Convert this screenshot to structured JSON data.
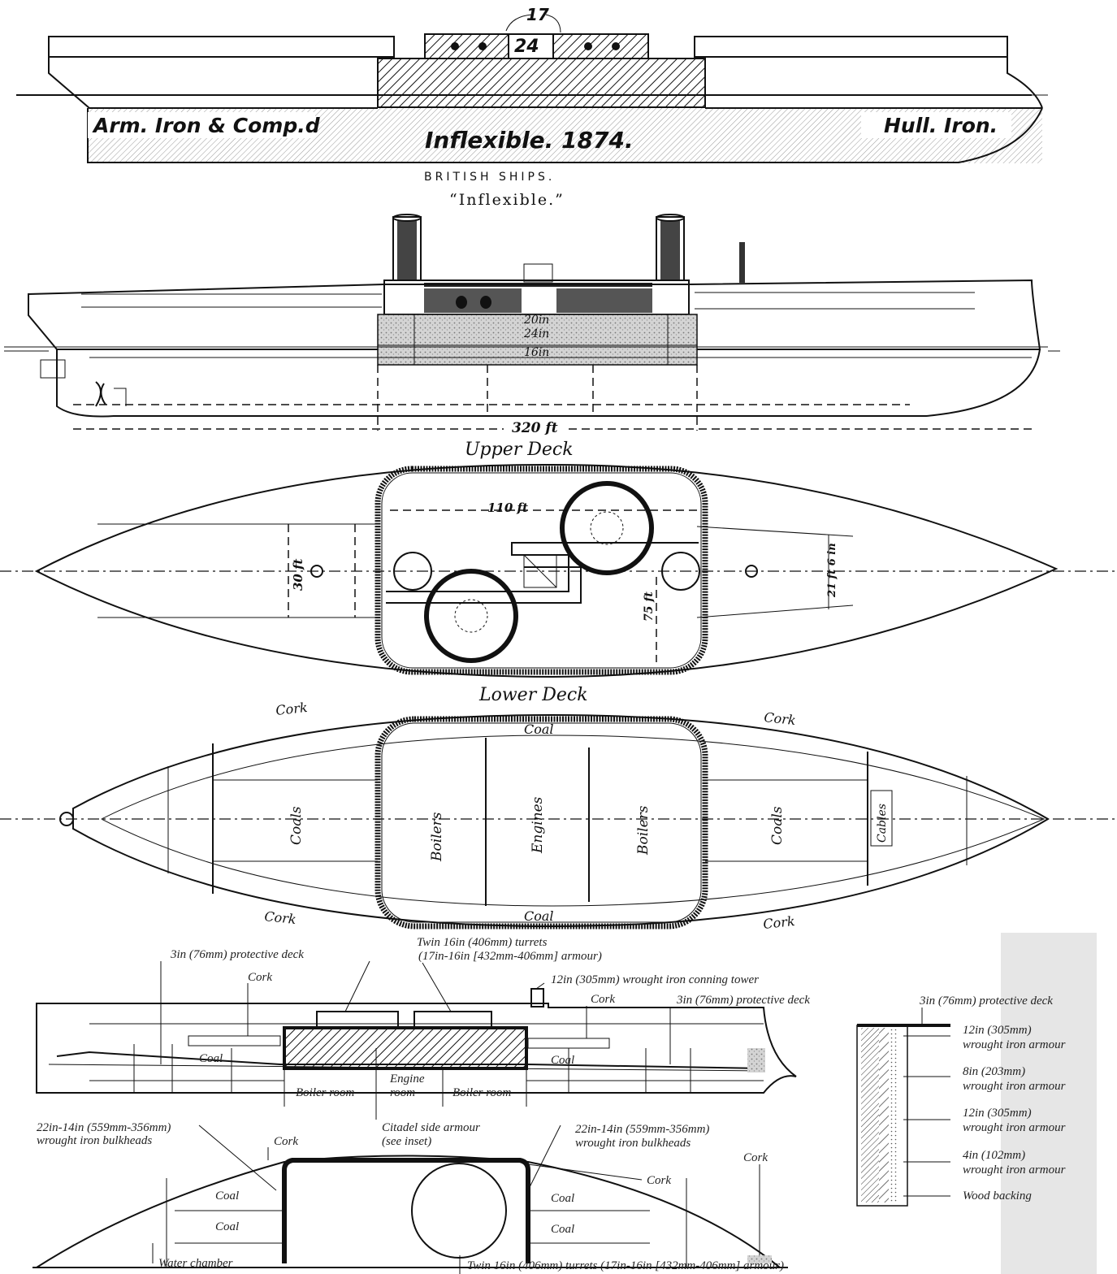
{
  "top_profile": {
    "gun_label_17": "17",
    "gun_label_24": "24",
    "left_label": "Arm. Iron & Comp.d",
    "center_label": "Inflexible. 1874.",
    "right_label": "Hull. Iron."
  },
  "elevation": {
    "header": "BRITISH SHIPS.",
    "ship_name": "“Inflexible.”",
    "armour_20": "20in",
    "armour_24": "24in",
    "armour_16": "16in",
    "length": "320 ft"
  },
  "upper_deck": {
    "title": "Upper Deck",
    "dim_110": "110 ft",
    "dim_30": "30 ft",
    "dim_75": "75 ft",
    "dim_21": "21 ft 6 in"
  },
  "lower_deck": {
    "title": "Lower Deck",
    "cork": "Cork",
    "coal": "Coal",
    "coals": "Coals",
    "boilers": "Boilers",
    "engines": "Engines",
    "cables": "Cables"
  },
  "section": {
    "protective_deck_left": "3in (76mm) protective deck",
    "turrets_top_1": "Twin 16in (406mm) turrets",
    "turrets_top_2": "(17in-16in [432mm-406mm] armour)",
    "conning_tower": "12in (305mm) wrought iron conning tower",
    "cork_1": "Cork",
    "cork_2": "Cork",
    "protective_deck_right": "3in (76mm) protective deck",
    "coal_1": "Coal",
    "coal_2": "Coal",
    "boiler_room_1": "Boiler room",
    "engine_room_1": "Engine",
    "engine_room_2": "room",
    "boiler_room_2": "Boiler room",
    "bulkheads_left_1": "22in-14in (559mm-356mm)",
    "bulkheads_left_2": "wrought iron bulkheads",
    "citadel_1": "Citadel side armour",
    "citadel_2": "(see inset)",
    "bulkheads_right_1": "22in-14in (559mm-356mm)",
    "bulkheads_right_2": "wrought iron bulkheads",
    "cork_3": "Cork",
    "cork_4": "Cork",
    "cork_5": "Cork",
    "coal_3": "Coal",
    "coal_4": "Coal",
    "coal_5": "Coal",
    "coal_6": "Coal",
    "water_chamber": "Water chamber",
    "turrets_bottom": "Twin 16in (406mm) turrets (17in-16in [432mm-406mm] armour)"
  },
  "inset": {
    "protective_deck": "3in (76mm) protective deck",
    "armour_12a_1": "12in (305mm)",
    "armour_12a_2": "wrought iron armour",
    "armour_8_1": "8in (203mm)",
    "armour_8_2": "wrought iron armour",
    "armour_12b_1": "12in (305mm)",
    "armour_12b_2": "wrought iron armour",
    "armour_4_1": "4in (102mm)",
    "armour_4_2": "wrought iron armour",
    "wood_backing": "Wood backing"
  }
}
